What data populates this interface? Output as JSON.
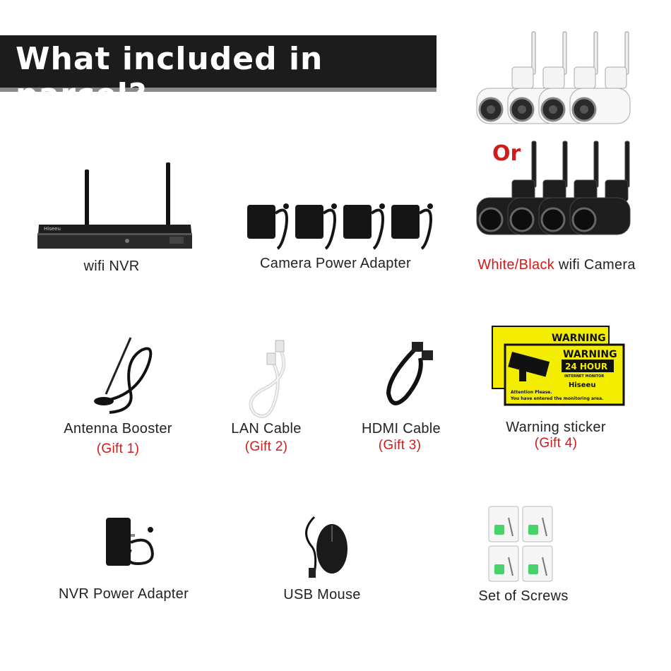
{
  "header": {
    "title": "What included in parcel?"
  },
  "items": {
    "nvr": {
      "label": "wifi NVR",
      "icon": "nvr-icon"
    },
    "camera_power": {
      "label": "Camera Power Adapter",
      "icon": "power-adapter-icon"
    },
    "cameras": {
      "or_text": "Or",
      "label_colored": "White/Black",
      "label_rest": " wifi Camera",
      "icon": "bullet-camera-icon"
    },
    "antenna": {
      "label": "Antenna Booster",
      "gift": "(Gift 1)",
      "icon": "antenna-icon"
    },
    "lan": {
      "label": "LAN Cable",
      "gift": "(Gift 2)",
      "icon": "lan-cable-icon"
    },
    "hdmi": {
      "label": "HDMI Cable",
      "gift": "(Gift 3)",
      "icon": "hdmi-cable-icon"
    },
    "sticker": {
      "label": "Warning sticker",
      "gift": "(Gift 4)",
      "icon": "warning-sticker-icon",
      "sign_warning": "WARNING",
      "sign_24": "24 HOUR",
      "sign_monitor": "INTERNET MONITOR",
      "sign_brand": "Hiseeu",
      "sign_attention": "Attention Please.",
      "sign_entered": "You have entered the monitoring area."
    },
    "nvr_power": {
      "label": "NVR Power Adapter",
      "icon": "power-adapter-icon"
    },
    "mouse": {
      "label": "USB Mouse",
      "icon": "mouse-icon"
    },
    "screws": {
      "label": "Set of Screws",
      "icon": "screws-icon"
    }
  },
  "colors": {
    "accent_red": "#d21a1a",
    "banner_bg": "#1c1c1c",
    "sticker_yellow": "#f3ee00"
  }
}
